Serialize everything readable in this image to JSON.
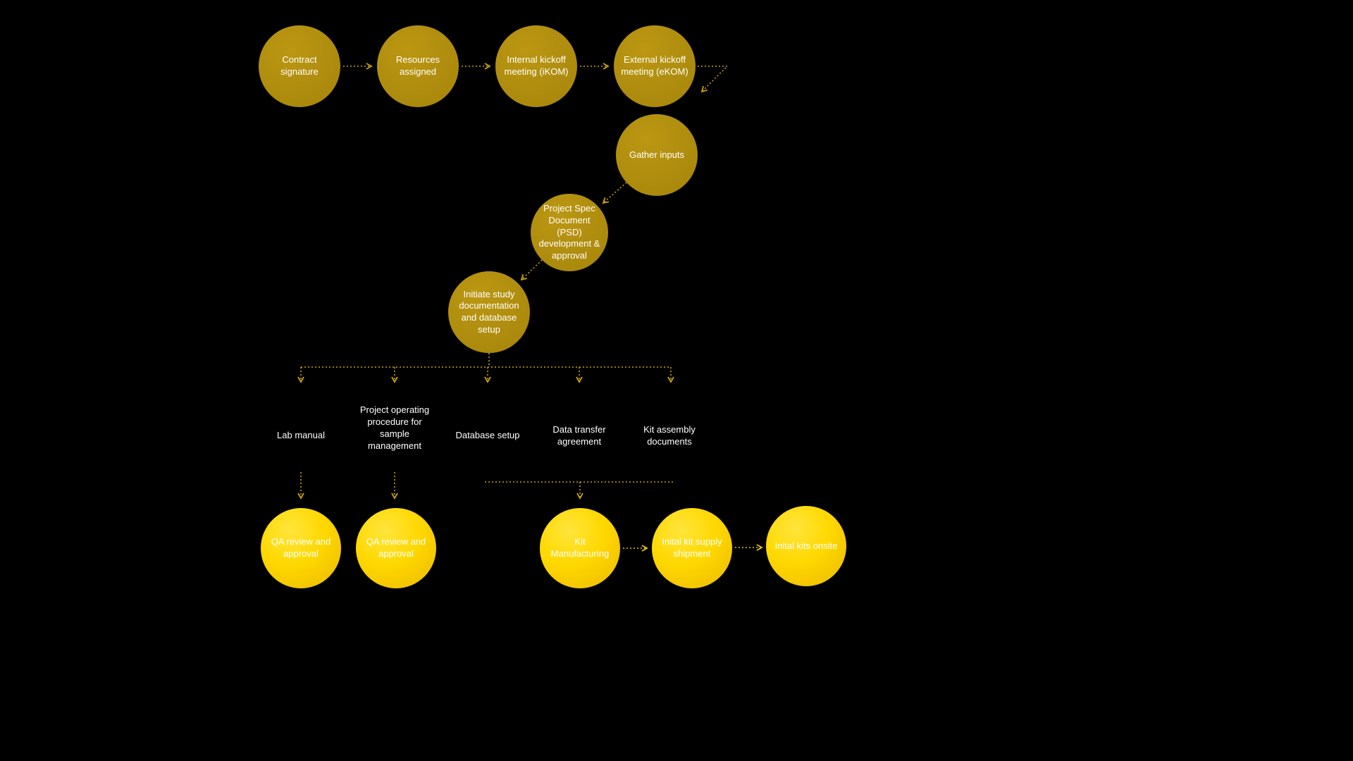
{
  "colors": {
    "background": "#000000",
    "circle_dark_gold": "#ad8b0e",
    "circle_bright_yellow": "#ffd800",
    "connector_gold": "#c9a10f",
    "text_white": "#ffffff"
  },
  "top_flow": {
    "nodes": [
      {
        "label": "Contract signature"
      },
      {
        "label": "Resources assigned"
      },
      {
        "label": "Internal kickoff meeting (iKOM)"
      },
      {
        "label": "External kickoff meeting (eKOM)"
      }
    ]
  },
  "middle_flow": {
    "nodes": [
      {
        "label": "Gather inputs"
      },
      {
        "label": "Project Spec Document (PSD) development & approval"
      },
      {
        "label": "Initiate study documentation and database setup"
      }
    ]
  },
  "branches": [
    {
      "label": "Lab manual"
    },
    {
      "label": "Project operating procedure for sample management"
    },
    {
      "label": "Database setup"
    },
    {
      "label": "Data transfer agreement"
    },
    {
      "label": "Kit assembly documents"
    }
  ],
  "bottom_flow": {
    "qa_nodes": [
      {
        "label": "QA review and approval"
      },
      {
        "label": "QA review and approval"
      }
    ],
    "kit_nodes": [
      {
        "label": "Kit Manufacturing"
      },
      {
        "label": "Inital kit supply shipment"
      },
      {
        "label": "Inital kits onsite"
      }
    ]
  }
}
